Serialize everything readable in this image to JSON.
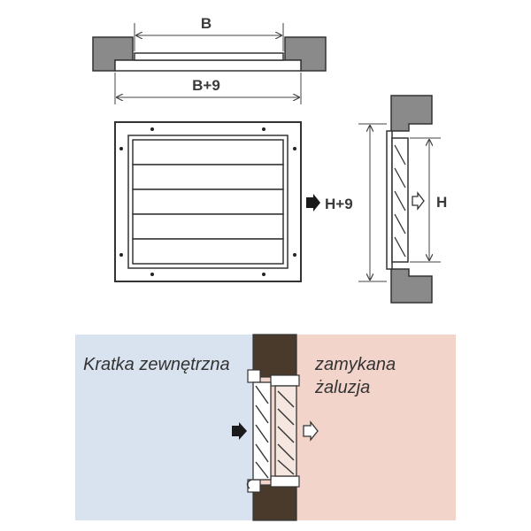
{
  "labels": {
    "width_inner": "B",
    "width_outer": "B+9",
    "height_outer": "H+9",
    "height_inner": "H",
    "left_side": "Kratka zewnętrzna",
    "right_side_line1": "zamykana",
    "right_side_line2": "żaluzja"
  },
  "colors": {
    "wall": "#8a8a8a",
    "wall_dark": "#3a3a3a",
    "outline": "#333333",
    "dimension": "#444444",
    "left_zone": "#d9e2ef",
    "right_zone": "#f2d4cb",
    "wall_section": "#4a3a2c",
    "arrow": "#1a1a1a"
  },
  "icons": [
    "flow-arrow-filled-icon",
    "flow-arrow-outline-icon"
  ]
}
